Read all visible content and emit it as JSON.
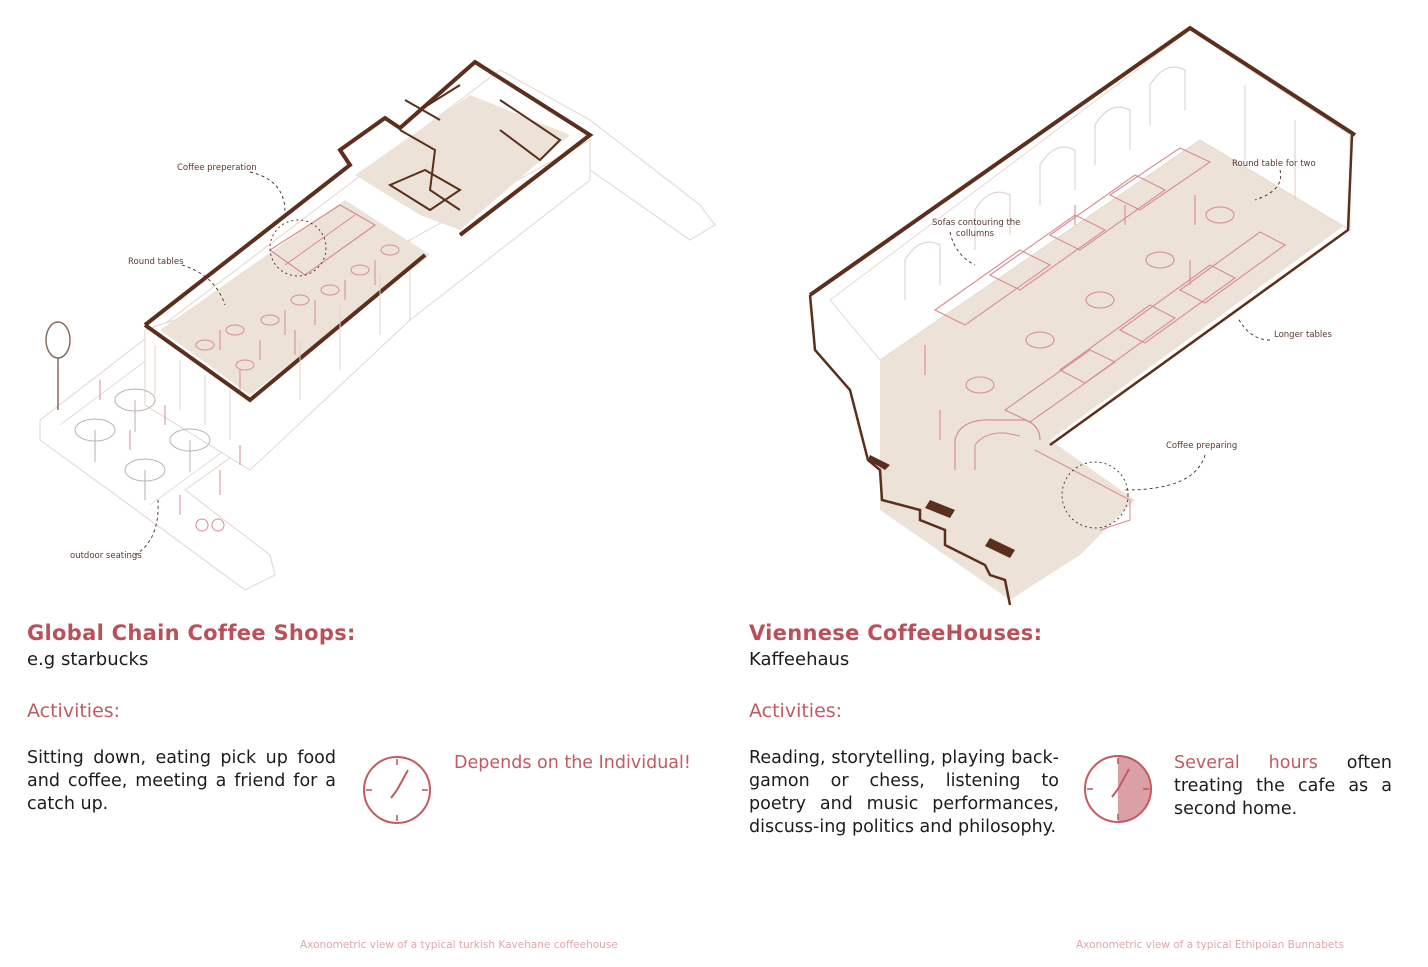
{
  "left": {
    "annotations": {
      "coffee_prep": "Coffee preperation",
      "round_tables": "Round tables",
      "outdoor": "outdoor seatings"
    },
    "title": "Global Chain Coffee Shops:",
    "subtitle": "e.g starbucks",
    "activities_label": "Activities:",
    "activities_text": "Sitting down, eating pick up food and coffee, meeting a friend for a catch up.",
    "time_text": "Depends on the Individual!",
    "caption": "Axonometric view of a typical turkish Kavehane coffeehouse"
  },
  "right": {
    "annotations": {
      "round_table_two": "Round table for two",
      "sofas_line1": "Sofas contouring the",
      "sofas_line2": "collumns",
      "longer_tables": "Longer tables",
      "coffee_preparing": "Coffee preparing"
    },
    "title": "Viennese CoffeeHouses:",
    "subtitle": "Kaffeehaus",
    "activities_label": "Activities:",
    "activities_text": "Reading, storytelling, playing back-gamon or chess, listening to poetry and music performances, discuss-ing politics and philosophy.",
    "time_highlight": "Several hours",
    "time_rest": " often treating the cafe as a second home.",
    "caption": "Axonometric view of a typical Ethipoian Bunnabets"
  },
  "colors": {
    "accent": "#b9505a",
    "wall": "#5b2f1c",
    "floor": "#eee2d8",
    "outline": "#d88b92"
  }
}
